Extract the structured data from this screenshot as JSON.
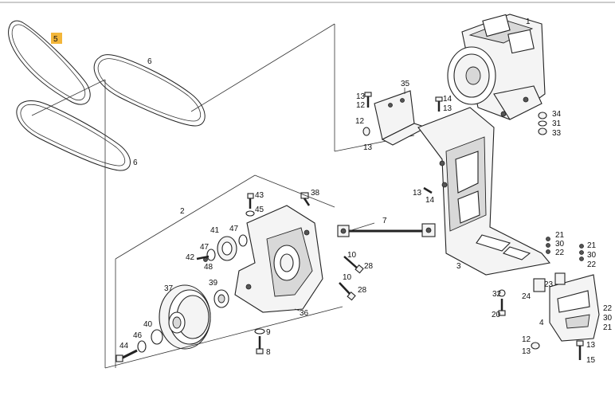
{
  "highlight": {
    "label": "5",
    "color": "#f3b63a"
  },
  "callouts": {
    "c1": "1",
    "c2": "2",
    "c3": "3",
    "c4": "4",
    "c6a": "6",
    "c6b": "6",
    "c7": "7",
    "c8": "8",
    "c9": "9",
    "c10a": "10",
    "c10b": "10",
    "c12a": "12",
    "c12b": "12",
    "c12c": "12",
    "c13a": "13",
    "c13b": "13",
    "c13c": "13",
    "c13d": "13",
    "c13e": "13",
    "c13f": "13",
    "c14a": "14",
    "c14b": "14",
    "c15": "15",
    "c20": "20",
    "c21a": "21",
    "c21b": "21",
    "c21c": "21",
    "c22a": "22",
    "c22b": "22",
    "c22c": "22",
    "c23": "23",
    "c24": "24",
    "c28a": "28",
    "c28b": "28",
    "c30a": "30",
    "c30b": "30",
    "c30c": "30",
    "c31": "31",
    "c32": "32",
    "c33": "33",
    "c34": "34",
    "c35": "35",
    "c36": "36",
    "c37": "37",
    "c38": "38",
    "c39": "39",
    "c40": "40",
    "c41": "41",
    "c42": "42",
    "c43": "43",
    "c44": "44",
    "c45": "45",
    "c46": "46",
    "c47a": "47",
    "c47b": "47",
    "c48": "48"
  }
}
